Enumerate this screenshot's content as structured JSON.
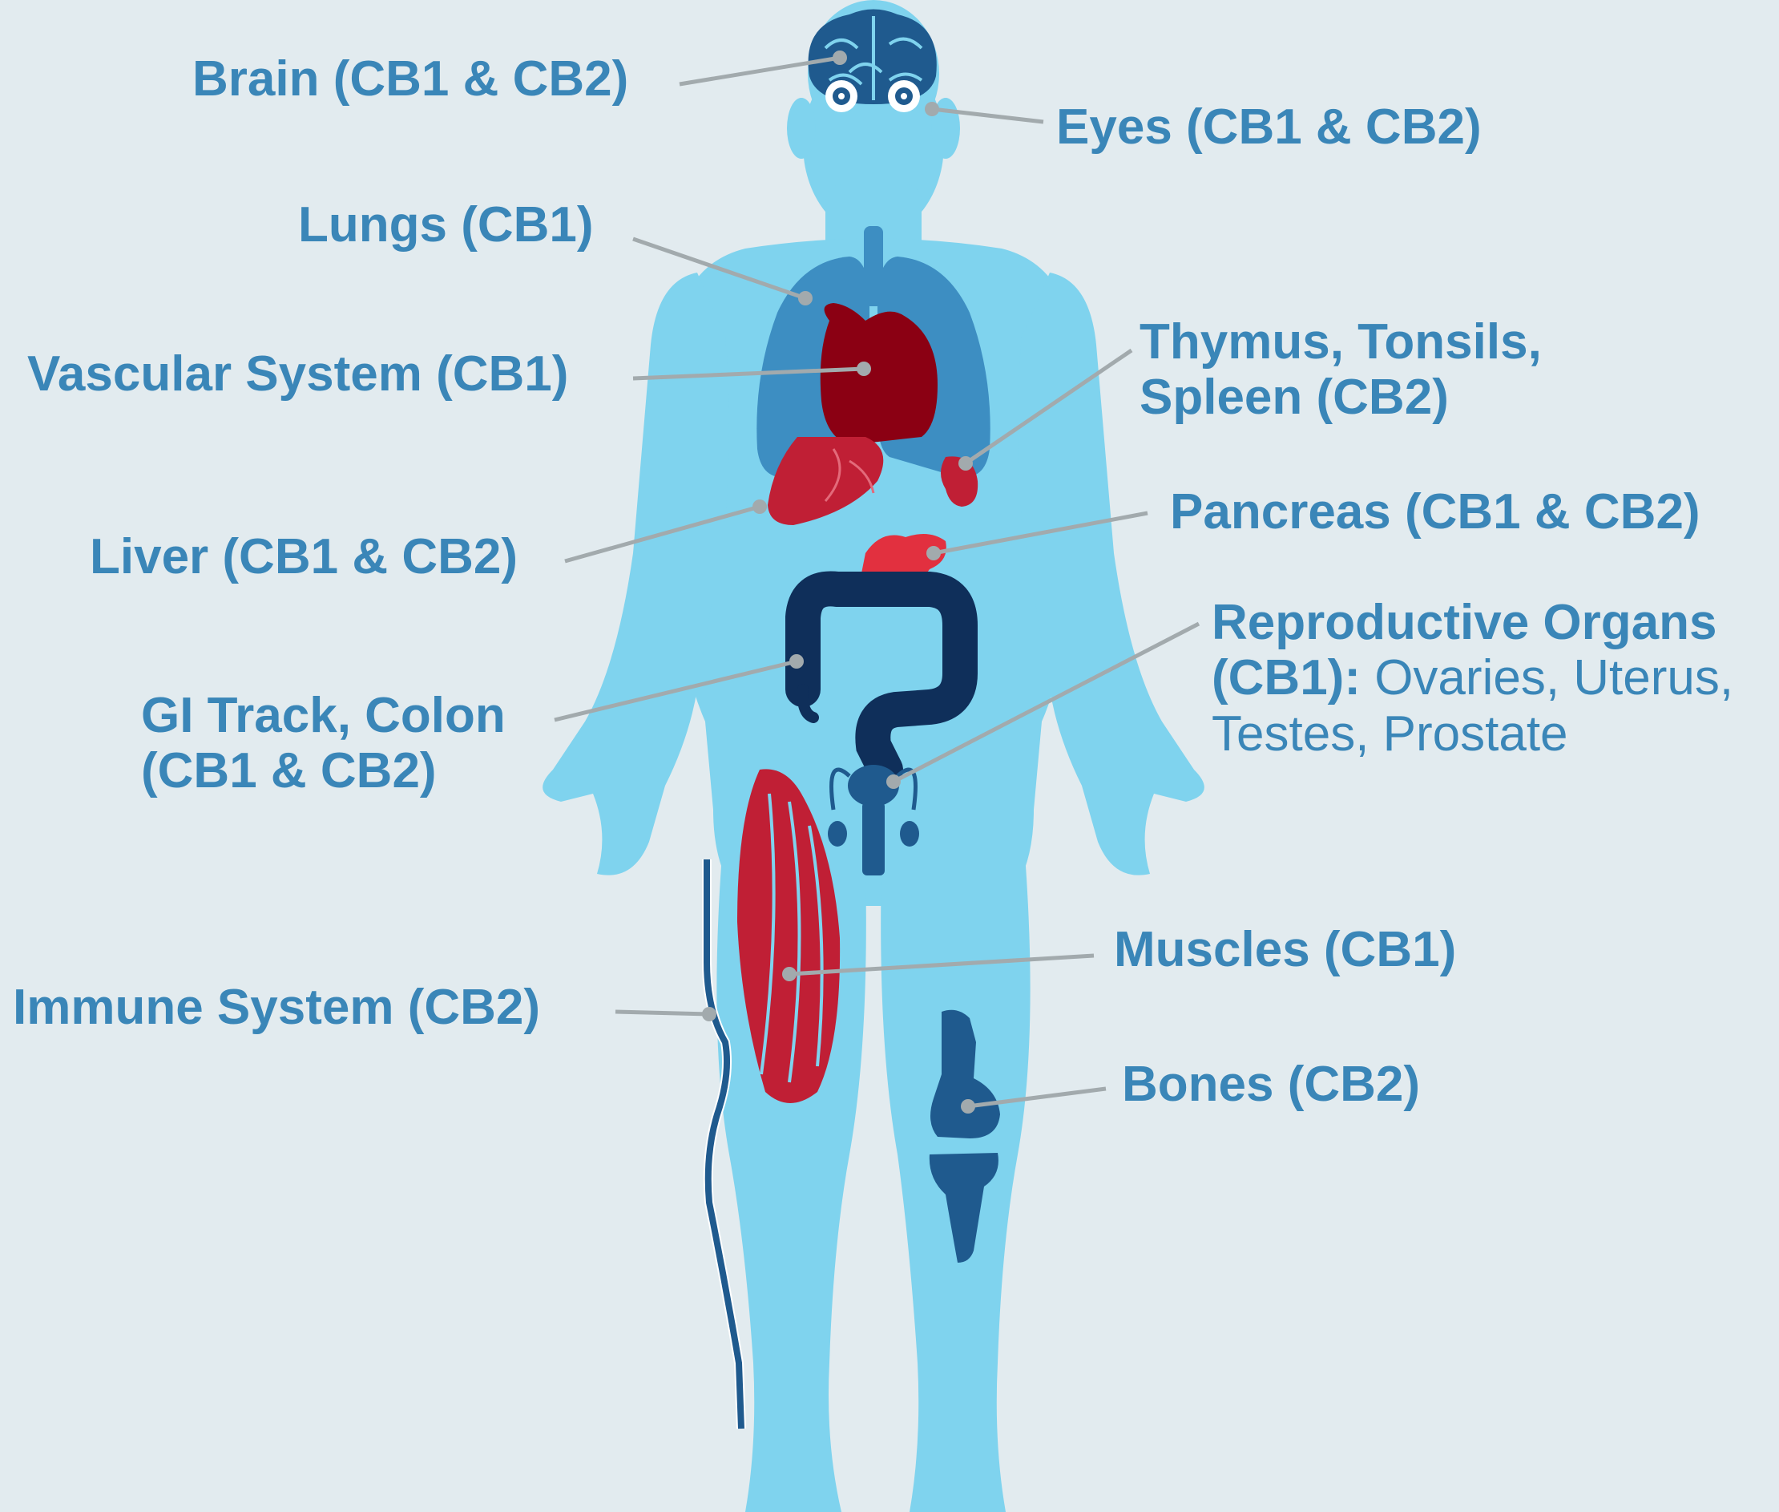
{
  "colors": {
    "background": "#e2ebef",
    "body": "#7fd3ee",
    "label": "#3a86b8",
    "connector": "#a2aaad",
    "heart": "#8b0013",
    "organ_red": "#c01f35",
    "organ_dark": "#0f2f5a",
    "organ_blue": "#1f5a8e",
    "lungs": "#3d8ec2"
  },
  "labels": {
    "brain": "Brain (CB1 & CB2)",
    "eyes": "Eyes (CB1 & CB2)",
    "lungs": "Lungs (CB1)",
    "vascular": "Vascular System (CB1)",
    "thymus_line1": "Thymus, Tonsils,",
    "thymus_line2": "Spleen (CB2)",
    "pancreas": "Pancreas (CB1 & CB2)",
    "liver": "Liver (CB1 & CB2)",
    "reproductive_line1": "Reproductive Organs",
    "reproductive_bold": "(CB1):",
    "reproductive_rest": " Ovaries, Uterus,",
    "reproductive_line3": "Testes, Prostate",
    "gi_line1": "GI Track, Colon",
    "gi_line2": "(CB1 & CB2)",
    "muscles": "Muscles (CB1)",
    "immune": "Immune System (CB2)",
    "bones": "Bones (CB2)"
  },
  "icons": {
    "body": "human-body-silhouette",
    "brain": "brain-icon",
    "eyes": "eyes-icon",
    "lungs": "lungs-icon",
    "heart": "heart-icon",
    "liver": "liver-icon",
    "spleen": "spleen-icon",
    "pancreas": "pancreas-icon",
    "colon": "colon-icon",
    "reproductive": "reproductive-organs-icon",
    "muscle": "thigh-muscle-icon",
    "immune": "immune-vessel-icon",
    "bones": "knee-bones-icon"
  }
}
